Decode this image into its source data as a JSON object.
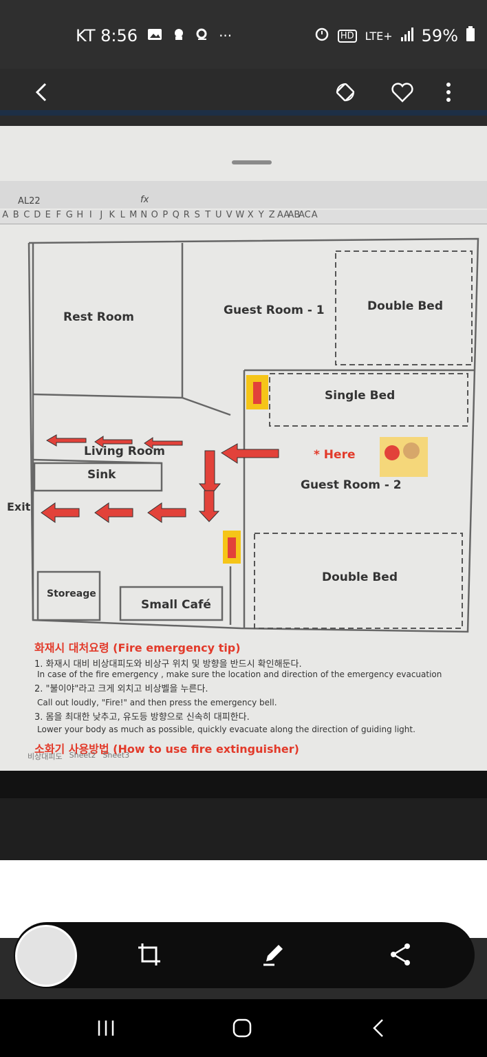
{
  "status_bar": {
    "carrier_time": "KT 8:56",
    "left_icons": [
      "gallery-icon",
      "notification-icon",
      "search-icon",
      "more-dots-icon"
    ],
    "dots": "···",
    "right_icons": [
      "alarm-icon",
      "hd-voice-icon",
      "lte-icon",
      "signal-icon",
      "battery-icon"
    ],
    "hd_label": "HD",
    "lte_label": "LTE+",
    "battery": "59%"
  },
  "app_bar": {
    "back_icon": "chevron-left-icon",
    "actions": [
      "auto-rotate-icon",
      "heart-icon",
      "more-vertical-icon"
    ]
  },
  "photo": {
    "excel_namebox": "AL22",
    "fx_label": "fx",
    "columns": [
      "A",
      "B",
      "C",
      "D",
      "E",
      "F",
      "G",
      "H",
      "I",
      "J",
      "K",
      "L",
      "M",
      "N",
      "O",
      "P",
      "Q",
      "R",
      "S",
      "T",
      "U",
      "V",
      "W",
      "X",
      "Y",
      "Z",
      "AA",
      "AB",
      "AC",
      "A"
    ],
    "rooms": {
      "rest_room": "Rest Room",
      "guest_room_1": "Guest Room - 1",
      "double_bed_1": "Double Bed",
      "single_bed": "Single Bed",
      "living_room": "Living Room",
      "here": "* Here",
      "sink": "Sink",
      "guest_room_2": "Guest Room - 2",
      "exit": "Exit",
      "double_bed_2": "Double Bed",
      "storage": "Storeage",
      "small_cafe": "Small Café"
    },
    "tips": {
      "heading": "화재시 대처요령 (Fire emergency tip)",
      "line1_ko": "1. 화재시 대비 비상대피도와 비상구 위치 및 방향을 반드시 확인해둔다.",
      "line1_en": "In case of the fire emergency , make sure the location and  direction of the emergency evacuation",
      "line2_ko": "2. \"불이야\"라고 크게 외치고 비상벨을 누른다.",
      "line2_en": "Call out loudly, \"Fire!\"  and then press the emergency bell.",
      "line3_ko": "3. 몸을 최대한 낮추고, 유도등 방향으로 신속히 대피한다.",
      "line3_en": "Lower your body as much as possible, quickly evacuate along the direction of guiding light.",
      "extinguisher_heading": "소화기 사용방법 (How to use fire extinguisher)"
    },
    "sheet_tabs": [
      "비상대피도",
      "Sheet2",
      "Sheet3"
    ]
  },
  "toolbar": {
    "buttons": [
      "crop-icon",
      "edit-pencil-icon",
      "share-icon"
    ]
  },
  "nav_bar": {
    "buttons": [
      "recent-apps-icon",
      "home-icon",
      "back-icon"
    ]
  },
  "colors": {
    "arrow_red": "#e2423a",
    "exit_text": "#333333",
    "here_red": "#e23a2a",
    "extinguisher_yellow": "#f5c518"
  }
}
